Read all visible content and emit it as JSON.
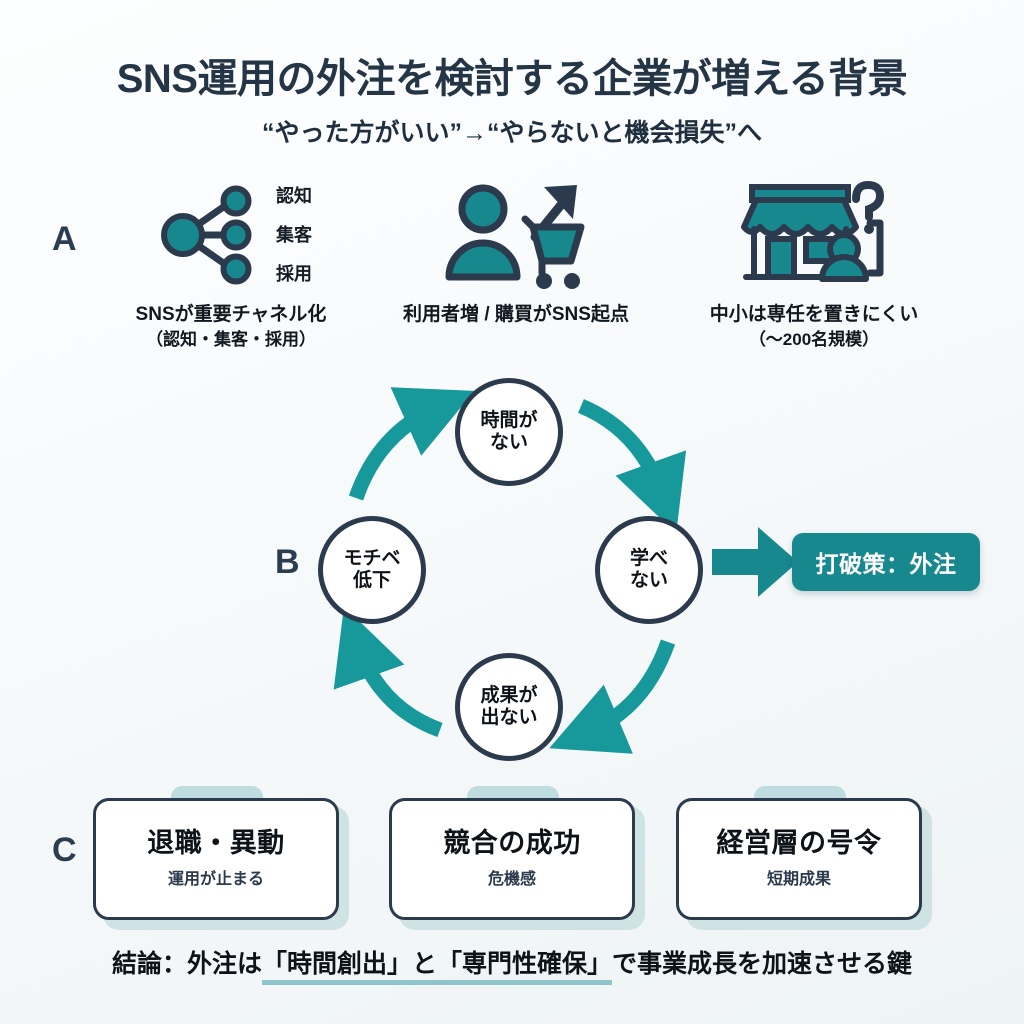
{
  "header": {
    "title": "SNS運用の外注を検討する企業が増える背景",
    "subtitle": "“やった方がいい”→“やらないと機会損失”へ"
  },
  "sections": {
    "a_letter": "A",
    "b_letter": "B",
    "c_letter": "C"
  },
  "row_a": {
    "items": [
      {
        "icon": "share-network-icon",
        "node_labels": [
          "認知",
          "集客",
          "採用"
        ],
        "caption": "SNSが重要チャネル化",
        "subcaption": "（認知・集客・採用）"
      },
      {
        "icon": "user-cart-growth-icon",
        "caption": "利用者増 / 購買がSNS起点",
        "subcaption": ""
      },
      {
        "icon": "storefront-question-icon",
        "caption": "中小は専任を置きにくい",
        "subcaption": "（〜200名規模）"
      }
    ]
  },
  "cycle": {
    "nodes": {
      "top": "時間が\nない",
      "top_line1": "時間が",
      "top_line2": "ない",
      "right_line1": "学べ",
      "right_line2": "ない",
      "bottom_line1": "成果が",
      "bottom_line2": "出ない",
      "left_line1": "モチベ",
      "left_line2": "低下"
    },
    "direction": "clockwise",
    "breakout_badge": "打破策：外注"
  },
  "row_c": {
    "cards": [
      {
        "title": "退職・異動",
        "sub": "運用が止まる"
      },
      {
        "title": "競合の成功",
        "sub": "危機感"
      },
      {
        "title": "経営層の号令",
        "sub": "短期成果"
      }
    ]
  },
  "conclusion": {
    "prefix": "結論：外注は",
    "highlight": "「時間創出」と「専門性確保」",
    "suffix": "で事業成長を加速させる鍵"
  },
  "colors": {
    "teal": "#17888d",
    "teal_light": "#1aa3a3",
    "navy": "#2b3b4d",
    "tab": "#bfdde0",
    "underline": "#8ec4ca",
    "background": "#f4f8f9"
  }
}
